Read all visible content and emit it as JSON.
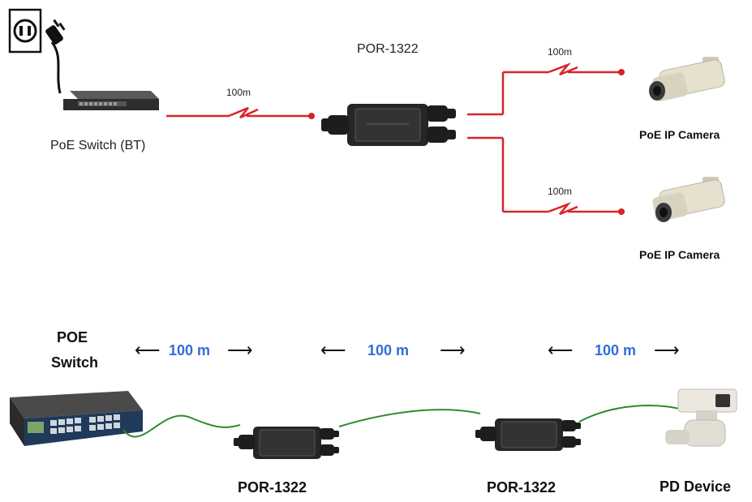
{
  "top": {
    "splitter_title": "POR-1322",
    "switch_label": "PoE Switch (BT)",
    "link_1_distance": "100m",
    "link_2_distance": "100m",
    "link_3_distance": "100m",
    "camera_1_label": "PoE IP Camera",
    "camera_2_label": "PoE IP Camera"
  },
  "bottom": {
    "poe_switch_label_line1": "POE",
    "poe_switch_label_line2": "Switch",
    "segment_1_distance": "100 m",
    "segment_2_distance": "100 m",
    "segment_3_distance": "100 m",
    "extender_1_label": "POR-1322",
    "extender_2_label": "POR-1322",
    "pd_device_label": "PD Device"
  },
  "colors": {
    "red_link": "#d8232a",
    "green_cable": "#2e8b2e",
    "blue_distance": "#2f6fd6",
    "device_body": "#2b2b2b"
  }
}
